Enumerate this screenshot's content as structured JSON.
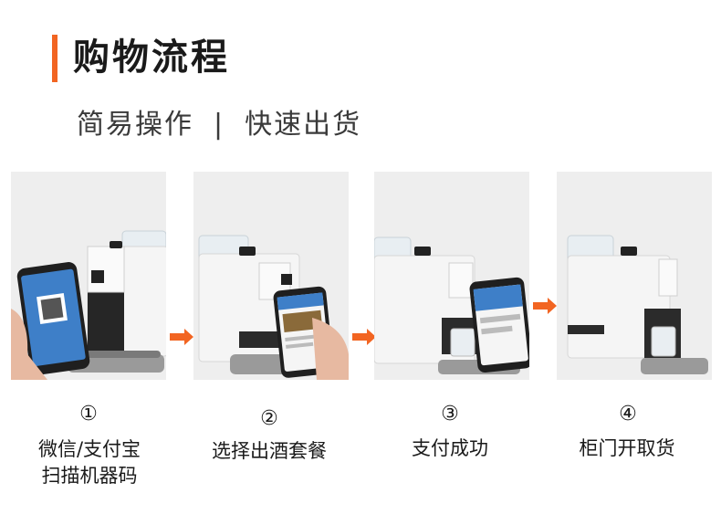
{
  "header": {
    "title": "购物流程",
    "subtitle_left": "简易操作",
    "subtitle_sep": "|",
    "subtitle_right": "快速出货"
  },
  "colors": {
    "accent": "#f26522",
    "machine_dark": "#2b2b2b",
    "machine_white": "#f2f2f2",
    "phone_screen": "#3e7fc8"
  },
  "steps": [
    {
      "number": "①",
      "label_line1": "微信/支付宝",
      "label_line2": "扫描机器码"
    },
    {
      "number": "②",
      "label_line1": "选择出酒套餐"
    },
    {
      "number": "③",
      "label_line1": "支付成功"
    },
    {
      "number": "④",
      "label_line1": "柜门开取货"
    }
  ]
}
